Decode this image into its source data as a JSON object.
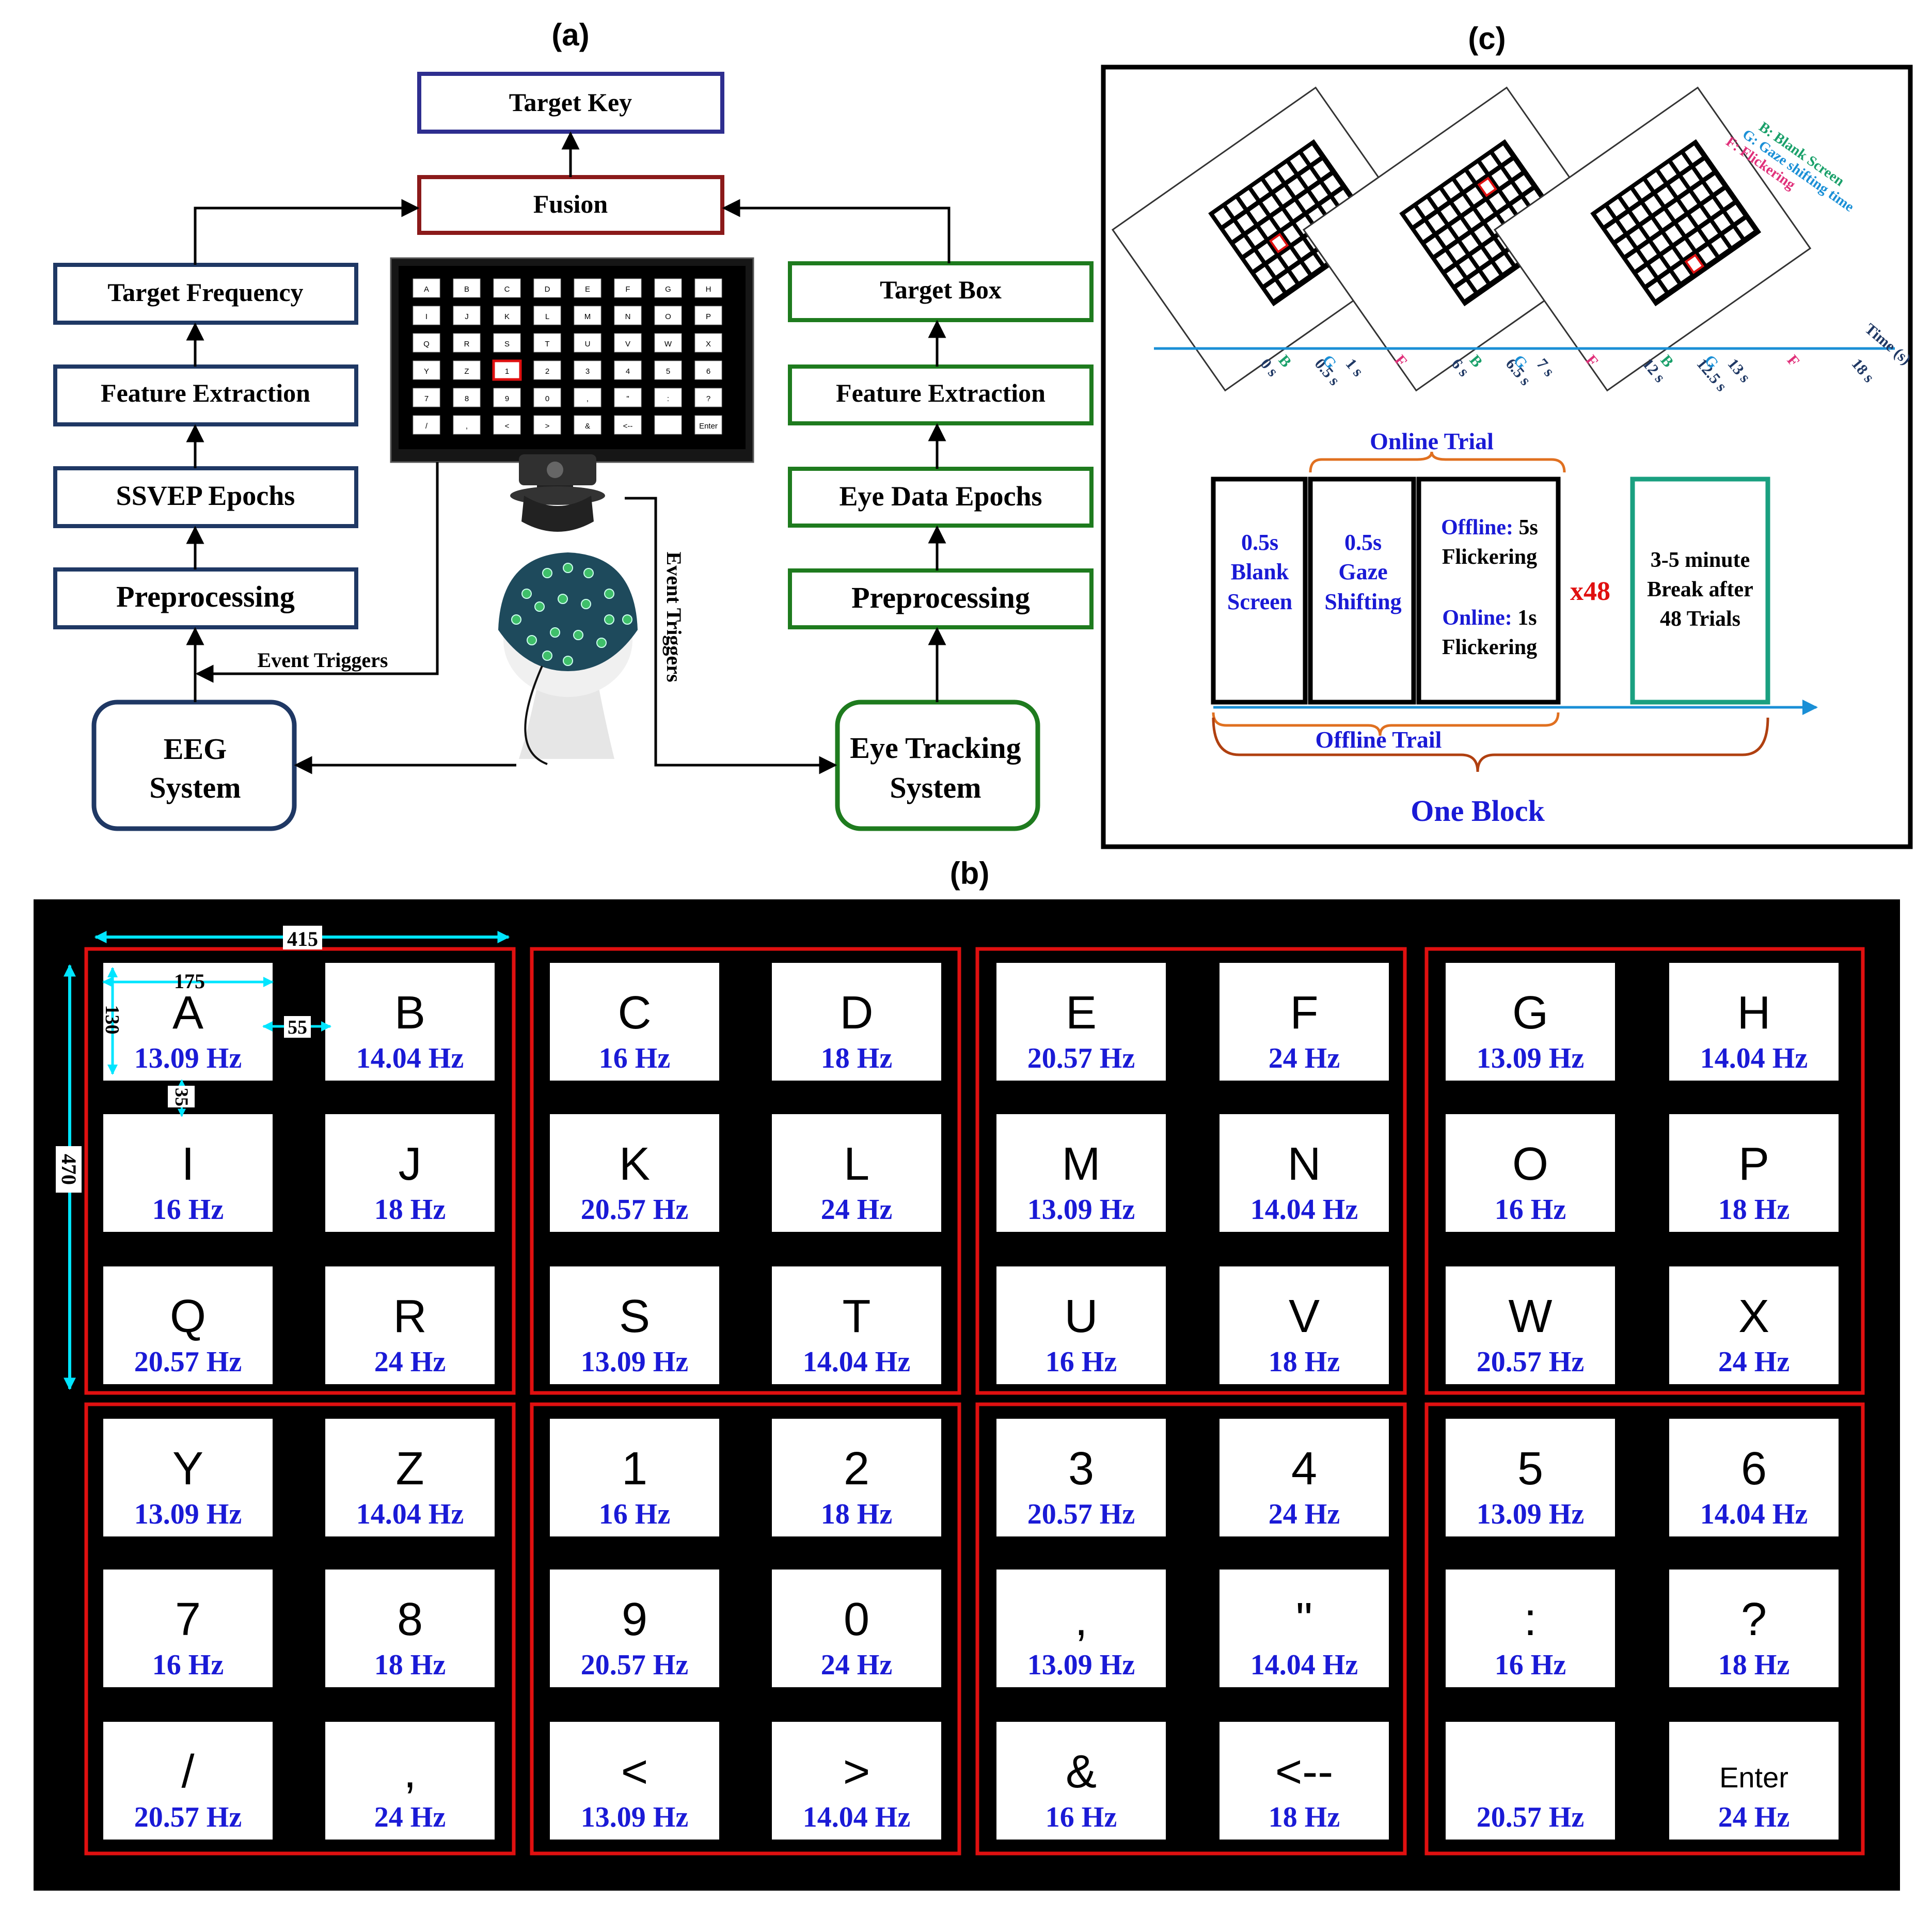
{
  "panels": {
    "a": "(a)",
    "b": "(b)",
    "c": "(c)"
  },
  "panel_a": {
    "target_key": "Target Key",
    "fusion": "Fusion",
    "left_chain": [
      "Target Frequency",
      "Feature Extraction",
      "SSVEP Epochs",
      "Preprocessing"
    ],
    "right_chain": [
      "Target Box",
      "Feature Extraction",
      "Eye Data Epochs",
      "Preprocessing"
    ],
    "eeg_system": [
      "EEG",
      "System"
    ],
    "eye_tracking_system": [
      "Eye Tracking",
      "System"
    ],
    "event_triggers_h": "Event Triggers",
    "event_triggers_v": "Event Triggers",
    "monitor_keys": [
      [
        "A",
        "B",
        "C",
        "D",
        "E",
        "F",
        "G",
        "H"
      ],
      [
        "I",
        "J",
        "K",
        "L",
        "M",
        "N",
        "O",
        "P"
      ],
      [
        "Q",
        "R",
        "S",
        "T",
        "U",
        "V",
        "W",
        "X"
      ],
      [
        "Y",
        "Z",
        "1",
        "2",
        "3",
        "4",
        "5",
        "6"
      ],
      [
        "7",
        "8",
        "9",
        "0",
        ",",
        "\"",
        ":",
        "?"
      ],
      [
        "/",
        ",",
        "<",
        ">",
        "&",
        "<--",
        "",
        "Enter"
      ]
    ],
    "colors": {
      "navy": "#1f3864",
      "red": "#8b1a1a",
      "blue_box": "#2e2e8f",
      "green": "#1e7b1e"
    }
  },
  "panel_c": {
    "legend": [
      "B: Blank Screen",
      "G: Gaze shifting time",
      "F: Flickering"
    ],
    "time_axis_label": "Time (s)",
    "time_ticks": [
      "0 s",
      "0.5 s",
      "1 s",
      "6 s",
      "6.5 s",
      "7 s",
      "12 s",
      "12.5 s",
      "13 s",
      "18 s"
    ],
    "phase_letters": [
      "B",
      "G",
      "F",
      "B",
      "G",
      "F",
      "B",
      "G",
      "F"
    ],
    "online_trial": "Online Trial",
    "offline_trail": "Offline Trail",
    "one_block": "One Block",
    "repeat": "x48",
    "blank_box": [
      "0.5s",
      "Blank",
      "Screen"
    ],
    "gaze_box": [
      "0.5s",
      "Gaze",
      "Shifting"
    ],
    "flicker_box": [
      "Offline: 5s",
      "Flickering",
      "Online: 1s",
      "Flickering"
    ],
    "break_box": [
      "3-5 minute",
      "Break after",
      "48 Trials"
    ]
  },
  "panel_b": {
    "dimensions": {
      "w415": "415",
      "w175": "175",
      "h130": "130",
      "g55": "55",
      "g35": "35",
      "h470": "470"
    },
    "keys": [
      [
        [
          "A",
          "13.09 Hz"
        ],
        [
          "B",
          "14.04 Hz"
        ],
        [
          "C",
          "16 Hz"
        ],
        [
          "D",
          "18 Hz"
        ],
        [
          "E",
          "20.57 Hz"
        ],
        [
          "F",
          "24 Hz"
        ],
        [
          "G",
          "13.09 Hz"
        ],
        [
          "H",
          "14.04 Hz"
        ]
      ],
      [
        [
          "I",
          "16 Hz"
        ],
        [
          "J",
          "18 Hz"
        ],
        [
          "K",
          "20.57 Hz"
        ],
        [
          "L",
          "24 Hz"
        ],
        [
          "M",
          "13.09 Hz"
        ],
        [
          "N",
          "14.04 Hz"
        ],
        [
          "O",
          "16 Hz"
        ],
        [
          "P",
          "18 Hz"
        ]
      ],
      [
        [
          "Q",
          "20.57 Hz"
        ],
        [
          "R",
          "24 Hz"
        ],
        [
          "S",
          "13.09 Hz"
        ],
        [
          "T",
          "14.04 Hz"
        ],
        [
          "U",
          "16 Hz"
        ],
        [
          "V",
          "18 Hz"
        ],
        [
          "W",
          "20.57 Hz"
        ],
        [
          "X",
          "24 Hz"
        ]
      ],
      [
        [
          "Y",
          "13.09 Hz"
        ],
        [
          "Z",
          "14.04 Hz"
        ],
        [
          "1",
          "16 Hz"
        ],
        [
          "2",
          "18 Hz"
        ],
        [
          "3",
          "20.57 Hz"
        ],
        [
          "4",
          "24 Hz"
        ],
        [
          "5",
          "13.09 Hz"
        ],
        [
          "6",
          "14.04 Hz"
        ]
      ],
      [
        [
          "7",
          "16 Hz"
        ],
        [
          "8",
          "18 Hz"
        ],
        [
          "9",
          "20.57 Hz"
        ],
        [
          "0",
          "24 Hz"
        ],
        [
          ",",
          "13.09 Hz"
        ],
        [
          "\"",
          "14.04 Hz"
        ],
        [
          ":",
          "16 Hz"
        ],
        [
          "?",
          "18 Hz"
        ]
      ],
      [
        [
          "/",
          "20.57 Hz"
        ],
        [
          ",",
          "24 Hz"
        ],
        [
          "<",
          "13.09 Hz"
        ],
        [
          ">",
          "14.04 Hz"
        ],
        [
          "&",
          "16 Hz"
        ],
        [
          "<--",
          "18 Hz"
        ],
        [
          "",
          "20.57 Hz"
        ],
        [
          "Enter",
          "24 Hz"
        ]
      ]
    ]
  }
}
